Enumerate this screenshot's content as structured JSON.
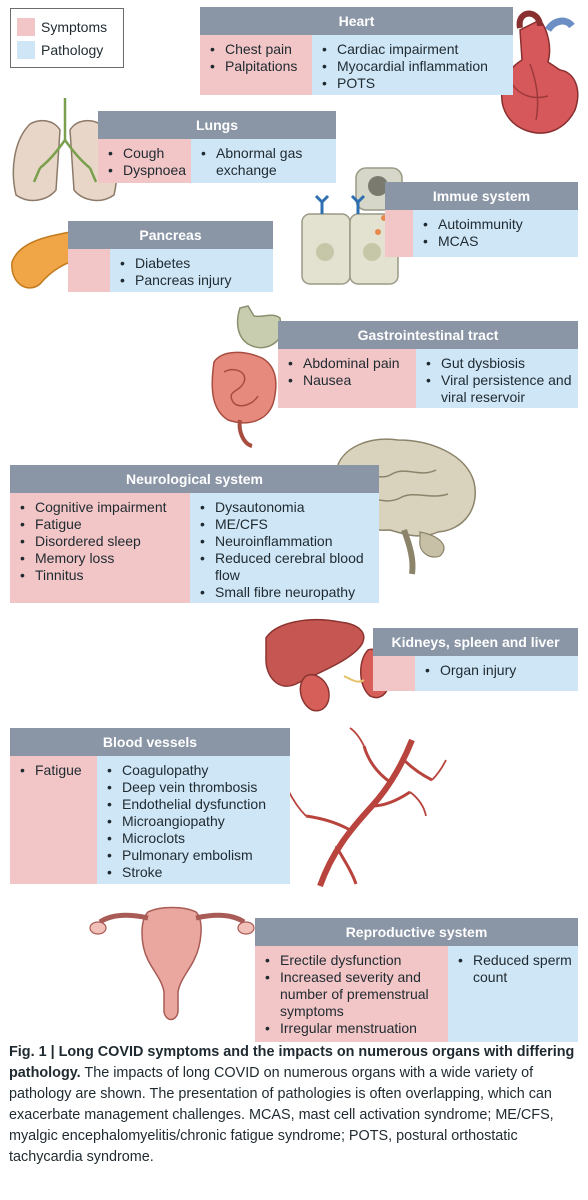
{
  "legend": {
    "symptoms_label": "Symptoms",
    "pathology_label": "Pathology",
    "symptoms_color": "#f2c6c7",
    "pathology_color": "#cfe6f6"
  },
  "colors": {
    "header": "#8a95a6"
  },
  "organs": [
    {
      "id": "heart",
      "title": "Heart",
      "symptoms": [
        "Chest pain",
        "Palpitations"
      ],
      "pathology": [
        "Cardiac impairment",
        "Myocardial inflammation",
        "POTS"
      ]
    },
    {
      "id": "lungs",
      "title": "Lungs",
      "symptoms": [
        "Cough",
        "Dyspnoea"
      ],
      "pathology": [
        "Abnormal gas exchange"
      ]
    },
    {
      "id": "immune",
      "title": "Immue system",
      "symptoms": [],
      "pathology": [
        "Autoimmunity",
        "MCAS"
      ]
    },
    {
      "id": "pancreas",
      "title": "Pancreas",
      "symptoms": [],
      "pathology": [
        "Diabetes",
        "Pancreas injury"
      ]
    },
    {
      "id": "gi",
      "title": "Gastrointestinal tract",
      "symptoms": [
        "Abdominal pain",
        "Nausea"
      ],
      "pathology": [
        "Gut dysbiosis",
        "Viral persistence and viral reservoir"
      ]
    },
    {
      "id": "neuro",
      "title": "Neurological system",
      "symptoms": [
        "Cognitive impairment",
        "Fatigue",
        "Disordered sleep",
        "Memory loss",
        "Tinnitus"
      ],
      "pathology": [
        "Dysautonomia",
        "ME/CFS",
        "Neuroinflammation",
        "Reduced cerebral blood flow",
        "Small fibre neuropathy"
      ]
    },
    {
      "id": "kidneys",
      "title": "Kidneys, spleen and liver",
      "symptoms": [],
      "pathology": [
        "Organ injury"
      ]
    },
    {
      "id": "vessels",
      "title": "Blood vessels",
      "symptoms": [
        "Fatigue"
      ],
      "pathology": [
        "Coagulopathy",
        "Deep vein thrombosis",
        "Endothelial dysfunction",
        "Microangiopathy",
        "Microclots",
        "Pulmonary embolism",
        "Stroke"
      ]
    },
    {
      "id": "repro",
      "title": "Reproductive system",
      "symptoms": [
        "Erectile dysfunction",
        "Increased severity and number of premenstrual symptoms",
        "Irregular menstruation"
      ],
      "pathology": [
        "Reduced sperm count"
      ]
    }
  ],
  "caption": {
    "label": "Fig. 1 | Long COVID symptoms and the impacts on numerous organs with differing pathology.",
    "text": " The impacts of long COVID on numerous organs with a wide variety of pathology are shown. The presentation of pathologies is often overlapping, which can exacerbate management challenges. MCAS, mast cell activation syndrome; ME/CFS, myalgic encephalomyelitis/chronic fatigue syndrome; POTS, postural orthostatic tachycardia syndrome."
  }
}
